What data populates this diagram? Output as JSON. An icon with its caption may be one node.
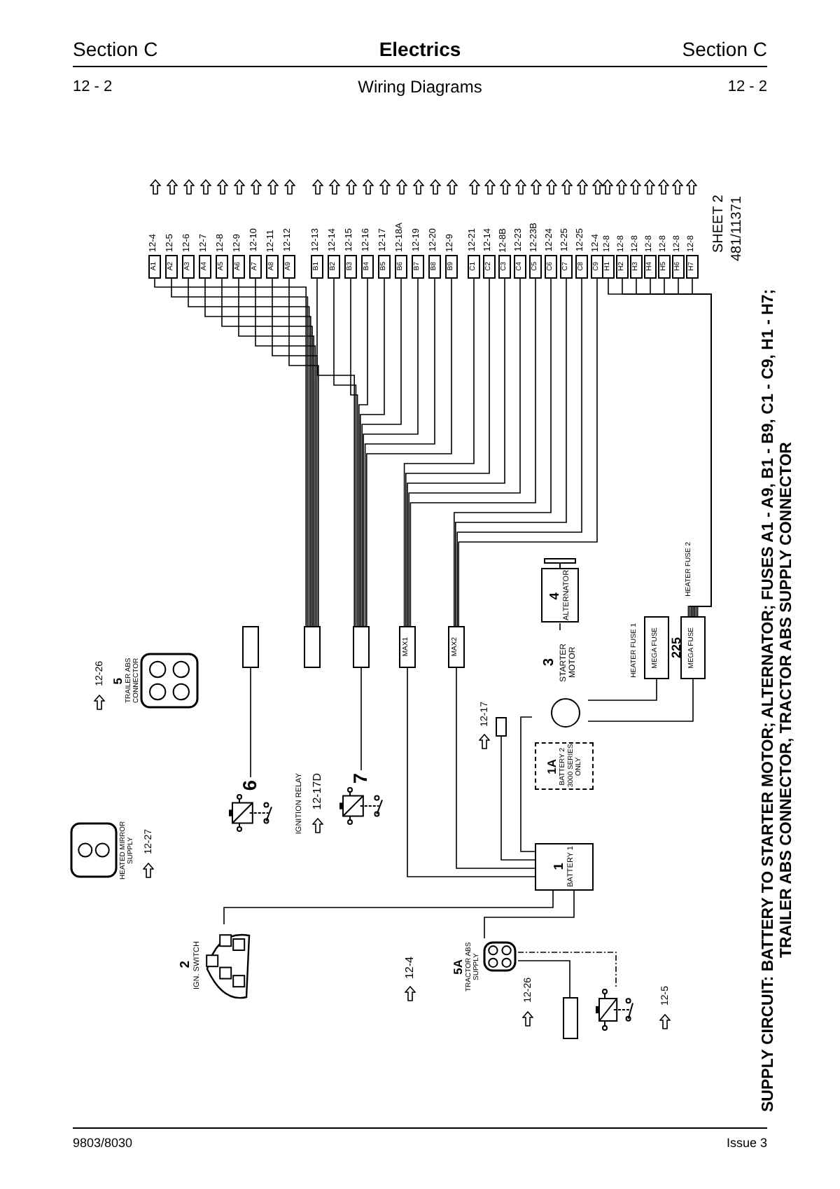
{
  "diagram": {
    "title": "SUPPLY CIRCUIT: BATTERY TO STARTER MOTOR; ALTERNATOR; FUSES A1 - A9, B1 - B9, C1 - C9, H1 - H7; TRAILER ABS CONNECTOR, TRACTOR ABS SUPPLY CONNECTOR",
    "nodes": [
      {
        "text": [
          "A1"
        ],
        "beside": [
          "12-4"
        ]
      },
      {
        "text": [
          "A2"
        ],
        "beside": [
          "12-5"
        ]
      },
      {
        "text": [
          "A3"
        ],
        "beside": [
          "12-6"
        ]
      },
      {
        "text": [
          "A4"
        ],
        "beside": [
          "12-7"
        ]
      },
      {
        "text": [
          "A5"
        ],
        "beside": [
          "12-8"
        ]
      },
      {
        "text": [
          "A6"
        ],
        "beside": [
          "12-9"
        ]
      },
      {
        "text": [
          "A7"
        ],
        "beside": [
          "12-10"
        ]
      },
      {
        "text": [
          "A8"
        ],
        "beside": [
          "12-11"
        ]
      },
      {
        "text": [
          "A9"
        ],
        "beside": [
          "12-12"
        ]
      },
      {
        "text": [
          "B1"
        ],
        "beside": [
          "12-13"
        ]
      },
      {
        "text": [
          "B2"
        ],
        "beside": [
          "12-14"
        ]
      },
      {
        "text": [
          "B3"
        ],
        "beside": [
          "12-15"
        ]
      },
      {
        "text": [
          "B4"
        ],
        "beside": [
          "12-16"
        ]
      },
      {
        "text": [
          "B5"
        ],
        "beside": [
          "12-17"
        ]
      },
      {
        "text": [
          "B6"
        ],
        "beside": [
          "12-18A"
        ]
      },
      {
        "text": [
          "B7"
        ],
        "beside": [
          "12-19"
        ]
      },
      {
        "text": [
          "B8"
        ],
        "beside": [
          "12-20"
        ]
      },
      {
        "text": [
          "B9"
        ],
        "beside": [
          "12-9"
        ]
      },
      {
        "text": [
          "C1"
        ],
        "beside": [
          "12-21"
        ]
      },
      {
        "text": [
          "C2"
        ],
        "beside": [
          "12-14"
        ]
      },
      {
        "text": [
          "C3"
        ],
        "beside": [
          "12-8B"
        ]
      },
      {
        "text": [
          "C4"
        ],
        "beside": [
          "12-23"
        ]
      },
      {
        "text": [
          "C5"
        ],
        "beside": [
          "12-23B"
        ]
      },
      {
        "text": [
          "C6"
        ],
        "beside": [
          "12-24"
        ]
      },
      {
        "text": [
          "C7"
        ],
        "beside": [
          "12-25"
        ]
      },
      {
        "text": [
          "C8"
        ],
        "beside": [
          "12-25"
        ]
      },
      {
        "text": [
          "C9"
        ],
        "beside": [
          "12-4"
        ]
      },
      {
        "text": [
          "H1"
        ],
        "beside": [
          "12-8"
        ]
      },
      {
        "text": [
          "H2"
        ],
        "beside": [
          "12-8"
        ]
      },
      {
        "text": [
          "H3"
        ],
        "beside": [
          "12-8"
        ]
      },
      {
        "text": [
          "H4"
        ],
        "beside": [
          "12-8"
        ]
      },
      {
        "text": [
          "H5"
        ],
        "beside": [
          "12-8"
        ]
      },
      {
        "text": [
          "H6"
        ],
        "beside": [
          "12-8"
        ]
      },
      {
        "text": [
          "H7"
        ],
        "beside": [
          "12-8"
        ]
      },
      {
        "text": [],
        "shape": "box"
      },
      {
        "text": [],
        "shape": "box"
      },
      {
        "text": [],
        "shape": "box"
      },
      {
        "text": [
          "MAX1"
        ]
      },
      {
        "text": [
          "MAX2"
        ]
      },
      {
        "text": [
          "4",
          "ALTERNATOR"
        ]
      },
      {
        "text": [
          "3",
          "STARTER MOTOR"
        ]
      },
      {
        "text": [
          "MEGA FUSE"
        ],
        "beside": [
          "HEATER FUSE 1"
        ]
      },
      {
        "text": [
          "MEGA FUSE"
        ],
        "beside": [
          "HEATER FUSE 2"
        ]
      },
      {
        "text": [
          "1A",
          "BATTERY 2",
          "3000 SERIES ONLY"
        ]
      },
      {
        "text": [
          "1",
          "BATTERY 1"
        ]
      },
      {
        "text": [
          "5",
          "TRAILER ABS CONNECTOR"
        ],
        "beside": [
          "12-26"
        ]
      },
      {
        "text": [
          "HEATED MIRROR SUPPLY"
        ],
        "beside": [
          "12-27"
        ]
      },
      {
        "text": [
          "6"
        ]
      },
      {
        "text": [
          "7"
        ]
      },
      {
        "text": [
          "2",
          "IGN. SWITCH"
        ]
      },
      {
        "text": [
          "5A",
          "TRACTOR ABS SUPPLY"
        ],
        "beside": [
          "12-26"
        ]
      },
      {
        "text": [],
        "shape": "relay",
        "beside": [
          "12-5"
        ]
      },
      {
        "text": [],
        "shape": "box"
      },
      {
        "text": [],
        "shape": "box",
        "beside": [
          "12-17"
        ]
      }
    ],
    "edges": [
      {
        "from": 35,
        "to": 0,
        "arrow": "none"
      },
      {
        "from": 35,
        "to": 1,
        "arrow": "none"
      },
      {
        "from": 35,
        "to": 2,
        "arrow": "none"
      },
      {
        "from": 35,
        "to": 3,
        "arrow": "none"
      },
      {
        "from": 35,
        "to": 4,
        "arrow": "none"
      },
      {
        "from": 35,
        "to": 5,
        "arrow": "none"
      },
      {
        "from": 35,
        "to": 6,
        "arrow": "none"
      },
      {
        "from": 35,
        "to": 7,
        "arrow": "none"
      },
      {
        "from": 35,
        "to": 8,
        "arrow": "none"
      },
      {
        "from": 36,
        "to": 9,
        "arrow": "none"
      },
      {
        "from": 36,
        "to": 10,
        "arrow": "none"
      },
      {
        "from": 36,
        "to": 11,
        "arrow": "none"
      },
      {
        "from": 36,
        "to": 12,
        "arrow": "none"
      },
      {
        "from": 36,
        "to": 13,
        "arrow": "none"
      },
      {
        "from": 36,
        "to": 14,
        "arrow": "none"
      },
      {
        "from": 36,
        "to": 15,
        "arrow": "none"
      },
      {
        "from": 36,
        "to": 16,
        "arrow": "none"
      },
      {
        "from": 36,
        "to": 17,
        "arrow": "none"
      },
      {
        "from": 37,
        "to": 18,
        "arrow": "none"
      },
      {
        "from": 37,
        "to": 19,
        "arrow": "none"
      },
      {
        "from": 37,
        "to": 20,
        "arrow": "none"
      },
      {
        "from": 37,
        "to": 21,
        "arrow": "none"
      },
      {
        "from": 37,
        "to": 22,
        "arrow": "none"
      },
      {
        "from": 38,
        "to": 23,
        "arrow": "none"
      },
      {
        "from": 38,
        "to": 24,
        "arrow": "none"
      },
      {
        "from": 38,
        "to": 25,
        "arrow": "none"
      },
      {
        "from": 38,
        "to": 26,
        "arrow": "none"
      },
      {
        "from": 42,
        "to": 27,
        "arrow": "none"
      },
      {
        "from": 42,
        "to": 28,
        "arrow": "none"
      },
      {
        "from": 42,
        "to": 29,
        "arrow": "none"
      },
      {
        "from": 42,
        "to": 30,
        "arrow": "none"
      },
      {
        "from": 42,
        "to": 31,
        "arrow": "none"
      },
      {
        "from": 42,
        "to": 32,
        "arrow": "none"
      },
      {
        "from": 42,
        "to": 33,
        "arrow": "none"
      },
      {
        "from": 44,
        "to": 40,
        "arrow": "none"
      },
      {
        "from": 40,
        "to": 39,
        "arrow": "none"
      },
      {
        "from": 40,
        "to": 41,
        "arrow": "none"
      },
      {
        "from": 40,
        "to": 42,
        "arrow": "none"
      },
      {
        "from": 44,
        "to": 37,
        "arrow": "none"
      },
      {
        "from": 44,
        "to": 38,
        "arrow": "none"
      },
      {
        "from": 44,
        "to": 49,
        "arrow": "none"
      },
      {
        "from": 44,
        "to": 50,
        "arrow": "none"
      },
      {
        "from": 44,
        "to": 53,
        "arrow": "none"
      },
      {
        "from": 34,
        "to": 47,
        "arrow": "none"
      },
      {
        "from": 36,
        "to": 48,
        "arrow": "none"
      },
      {
        "from": 50,
        "to": 52,
        "arrow": "none"
      },
      {
        "from": 50,
        "to": 51,
        "arrow": "none",
        "style": "dashed"
      }
    ],
    "labels": [
      "Section C",
      "Electrics",
      "Section C",
      "12 - 2",
      "Wiring Diagrams",
      "12 - 2",
      "SHEET 2",
      "481/11371",
      "225",
      "IGNITION RELAY",
      "12-17D",
      "12-4",
      "9803/8030",
      "Issue 3"
    ]
  }
}
